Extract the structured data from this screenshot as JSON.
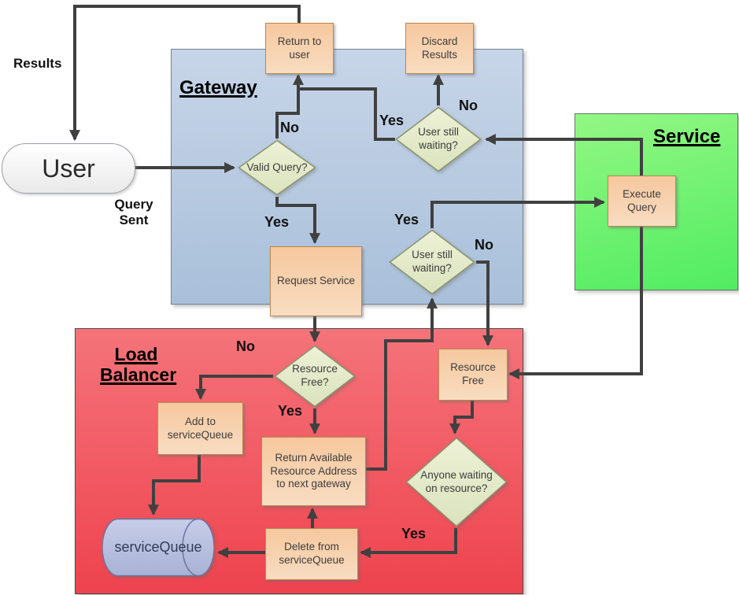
{
  "regions": {
    "gateway": {
      "label": "Gateway"
    },
    "service": {
      "label": "Service"
    },
    "load_balancer": {
      "label": "Load Balancer"
    }
  },
  "nodes": {
    "user": {
      "label": "User",
      "shape": "terminator"
    },
    "return_to_user": {
      "label": "Return to user",
      "shape": "process"
    },
    "discard_results": {
      "label": "Discard Results",
      "shape": "process"
    },
    "valid_query": {
      "label": "Valid Query?",
      "shape": "decision"
    },
    "user_still_waiting_1": {
      "label": "User still waiting?",
      "shape": "decision"
    },
    "user_still_waiting_2": {
      "label": "User still waiting?",
      "shape": "decision"
    },
    "request_service": {
      "label": "Request Service",
      "shape": "process"
    },
    "execute_query": {
      "label": "Execute Query",
      "shape": "process"
    },
    "resource_free_decision": {
      "label": "Resource Free?",
      "shape": "decision"
    },
    "add_to_service_queue": {
      "label": "Add to serviceQueue",
      "shape": "process"
    },
    "return_available_resource": {
      "label": "Return Available Resource Address to next gateway",
      "shape": "process"
    },
    "resource_free": {
      "label": "Resource Free",
      "shape": "process"
    },
    "anyone_waiting": {
      "label": "Anyone waiting on resource?",
      "shape": "decision"
    },
    "delete_from_service_queue": {
      "label": "Delete from serviceQueue",
      "shape": "process"
    },
    "service_queue": {
      "label": "serviceQueue",
      "shape": "datastore"
    }
  },
  "edge_labels": {
    "results": "Results",
    "query_sent": "Query Sent",
    "valid_query_no": "No",
    "valid_query_yes": "Yes",
    "waiting1_yes": "Yes",
    "waiting1_no": "No",
    "waiting2_yes": "Yes",
    "waiting2_no": "No",
    "resource_free_no": "No",
    "resource_free_yes": "Yes",
    "anyone_waiting_yes": "Yes"
  },
  "colors": {
    "gateway_fill_top": "#c7d5e8",
    "gateway_fill_bottom": "#a9c0da",
    "service_fill_top": "#93f783",
    "service_fill_bottom": "#50ec61",
    "load_balancer_fill_top": "#f5737a",
    "load_balancer_fill_bottom": "#ee434e",
    "process_fill_top": "#f6c89e",
    "process_fill_bottom": "#f8dcc1",
    "decision_fill_top": "#edf1d6",
    "decision_fill_bottom": "#dbe3bd",
    "datastore_fill_top": "#c6cde9",
    "datastore_fill_bottom": "#a8b2d5",
    "connector": "#404040"
  }
}
